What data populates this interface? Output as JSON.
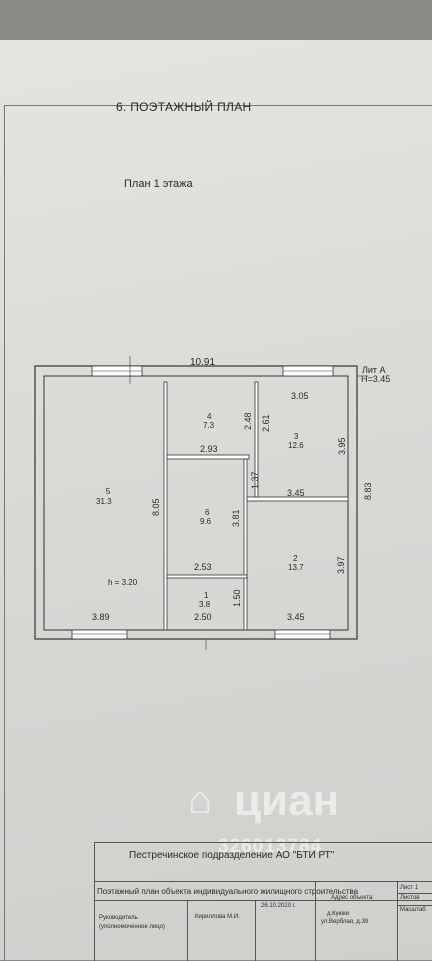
{
  "document": {
    "section_heading": "6. ПОЭТАЖНЫЙ ПЛАН",
    "floor_label": "План 1 этажа"
  },
  "plan": {
    "overall_width": "10.91",
    "overall_depth": "8.83",
    "lit": "Лит А",
    "height_main": "H=3.45",
    "height_room": "h = 3.20",
    "rooms": [
      {
        "num": "1",
        "area": "3.8"
      },
      {
        "num": "2",
        "area": "13.7"
      },
      {
        "num": "3",
        "area": "12.6"
      },
      {
        "num": "4",
        "area": "7.3"
      },
      {
        "num": "5",
        "area": "31.3"
      },
      {
        "num": "6",
        "area": "9.6"
      }
    ],
    "dims": {
      "d305": "3.05",
      "d248": "2.48",
      "d261": "2.61",
      "d395": "3.95",
      "d293": "2.93",
      "d137": "1.37",
      "d345a": "3.45",
      "d805": "8.05",
      "d381": "3.81",
      "d253": "2.53",
      "d397": "3.97",
      "d150": "1.50",
      "d389": "3.89",
      "d250": "2.50",
      "d345b": "3.45"
    }
  },
  "stamp": {
    "org": "Пестречинское подразделение АО \"БТИ РТ\"",
    "doc_title": "Поэтажный план объекта индивидуального жилищного строительства",
    "manager_role": "Руководитель (уполномоченное лицо)",
    "manager_name": "Кириллова М.И.",
    "date": "26.10.2020 г.",
    "address_label": "Адрес объекта:",
    "address_line1": "д.Куюки",
    "address_line2": "ул.Верблая, д.39",
    "sheet_label": "Лист",
    "sheet_value": "1",
    "sheets_label": "Листов",
    "scale_label": "Масштаб"
  },
  "watermark": {
    "brand": "циан",
    "listing_id": "326013784"
  }
}
